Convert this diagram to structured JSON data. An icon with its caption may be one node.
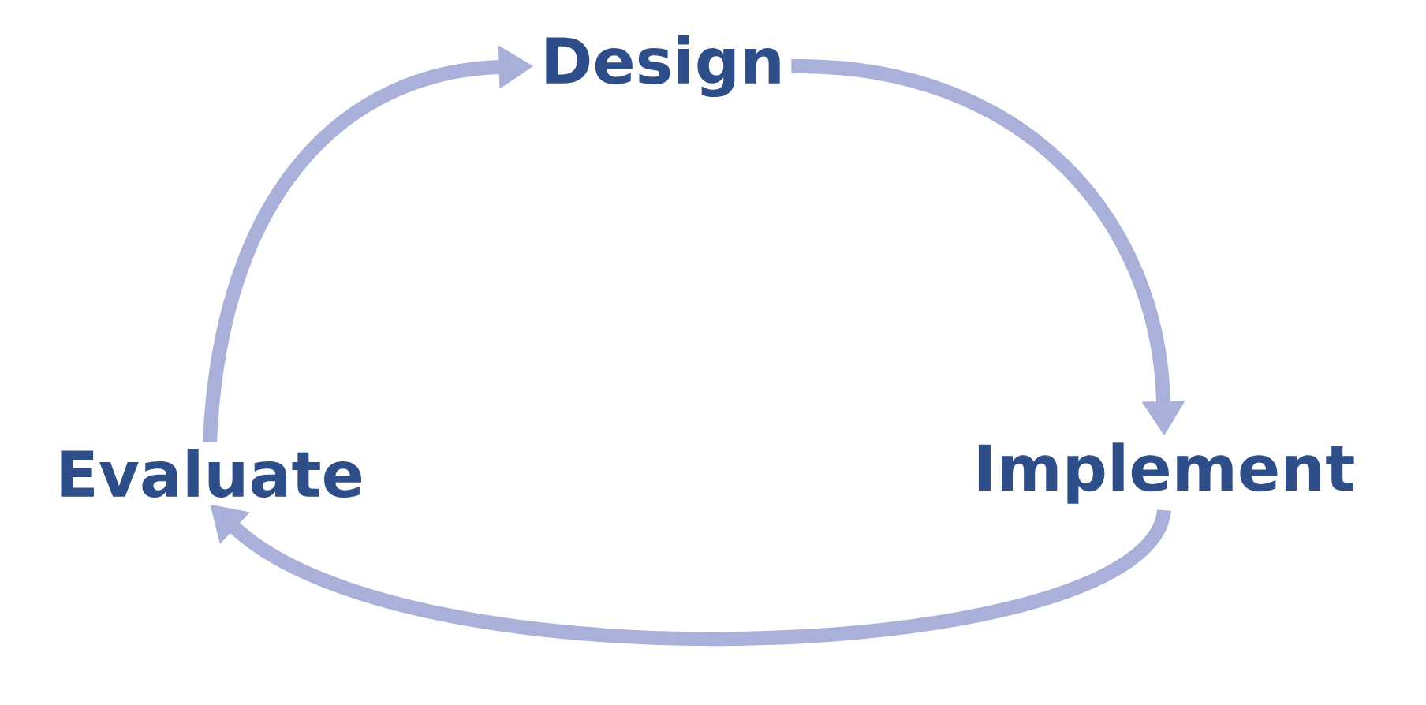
{
  "diagram": {
    "nodes": [
      {
        "text": [
          "Design"
        ]
      },
      {
        "text": [
          "Implement"
        ]
      },
      {
        "text": [
          "Evaluate"
        ]
      }
    ],
    "edges": [
      {
        "from": 0,
        "to": 1,
        "arrow": "to"
      },
      {
        "from": 1,
        "to": 2,
        "arrow": "to"
      },
      {
        "from": 2,
        "to": 0,
        "arrow": "to"
      }
    ]
  }
}
